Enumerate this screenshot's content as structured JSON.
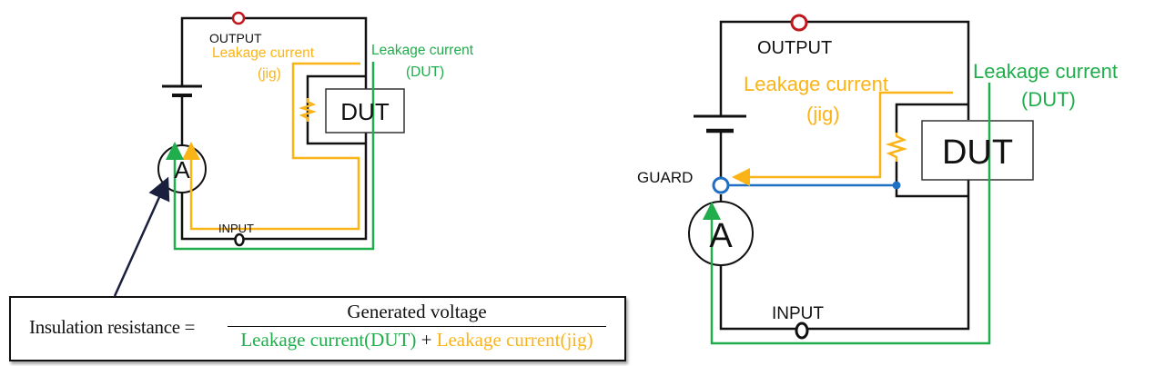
{
  "colors": {
    "wire": "#111111",
    "output_terminal": "#c0171b",
    "guard": "#1f6fc4",
    "leak_dut": "#1fae4b",
    "leak_jig": "#fbb417"
  },
  "left_circuit": {
    "output_label": "OUTPUT",
    "input_label": "INPUT",
    "ammeter_label": "A",
    "dut_label": "DUT",
    "leak_jig_line1": "Leakage current",
    "leak_jig_line2": "(jig)",
    "leak_dut_line1": "Leakage current",
    "leak_dut_line2": "(DUT)"
  },
  "right_circuit": {
    "output_label": "OUTPUT",
    "input_label": "INPUT",
    "guard_label": "GUARD",
    "ammeter_label": "A",
    "dut_label": "DUT",
    "leak_jig_line1": "Leakage current",
    "leak_jig_line2": "(jig)",
    "leak_dut_line1": "Leakage current",
    "leak_dut_line2": "(DUT)"
  },
  "formula": {
    "lhs": "Insulation resistance =",
    "numerator": "Generated voltage",
    "denominator_dut": "Leakage current(DUT)",
    "plus": " + ",
    "denominator_jig": "Leakage current(jig)"
  }
}
